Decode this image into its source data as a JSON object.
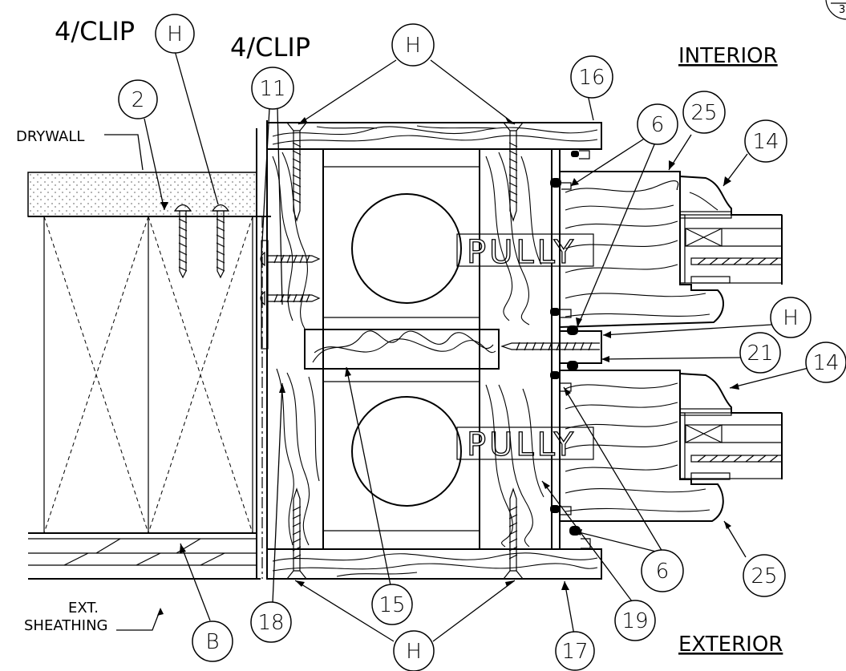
{
  "labels": {
    "clip_a": "4/CLIP",
    "clip_b": "4/CLIP",
    "drywall": "DRYWALL",
    "ext_sheathing_1": "EXT.",
    "ext_sheathing_2": "SHEATHING",
    "interior": "INTERIOR",
    "exterior": "EXTERIOR",
    "pully_top": "PULLY",
    "pully_bottom": "PULLY",
    "corner_ref": "3"
  },
  "callouts": {
    "h_clip": "H",
    "h_top": "H",
    "h_right": "H",
    "h_bottom": "H",
    "n2": "2",
    "n11": "11",
    "n16": "16",
    "n6_top": "6",
    "n25_top": "25",
    "n14_top": "14",
    "n21": "21",
    "n14_mid": "14",
    "n6_bottom": "6",
    "n25_bottom": "25",
    "n15": "15",
    "n18": "18",
    "nB": "B",
    "n19": "19",
    "n17": "17"
  }
}
